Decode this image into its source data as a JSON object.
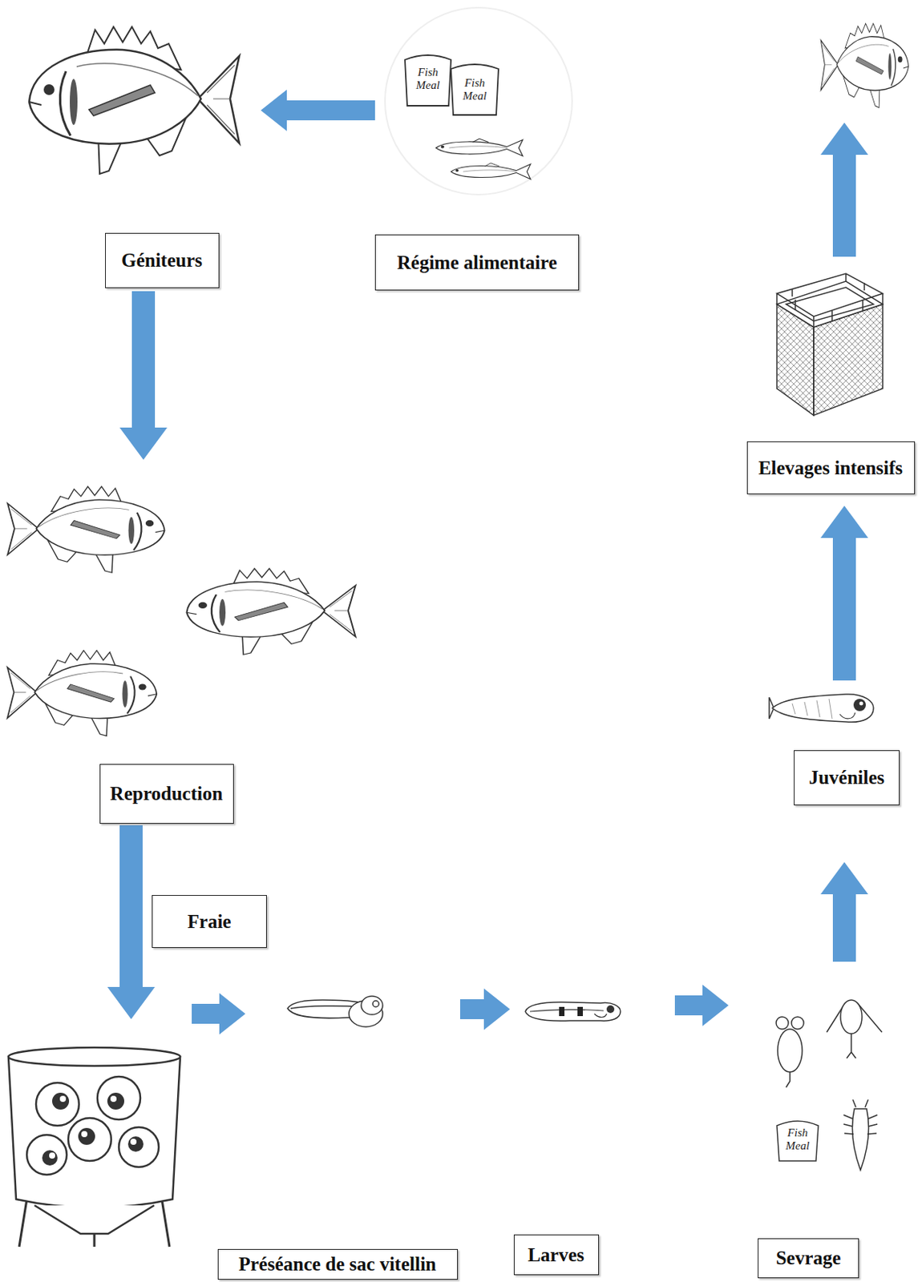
{
  "diagram": {
    "nodes": [
      {
        "text": [
          "Géniteurs"
        ]
      },
      {
        "text": [
          "Régime alimentaire"
        ]
      },
      {
        "text": [
          "Reproduction"
        ]
      },
      {
        "text": [
          "Fraie"
        ]
      },
      {
        "text": [
          "Préséance de sac vitellin"
        ]
      },
      {
        "text": [
          "Larves"
        ]
      },
      {
        "text": [
          "Sevrage"
        ]
      },
      {
        "text": [
          "Juvéniles"
        ]
      },
      {
        "text": [
          "Elevages intensifs"
        ]
      }
    ],
    "edges": [
      {
        "from": 1,
        "to": 0,
        "arrow": "to"
      },
      {
        "from": 0,
        "to": 2,
        "arrow": "to"
      },
      {
        "from": 2,
        "to": 4,
        "arrow": "to"
      },
      {
        "from": 4,
        "to": 5,
        "arrow": "to"
      },
      {
        "from": 5,
        "to": 6,
        "arrow": "to"
      },
      {
        "from": 6,
        "to": 7,
        "arrow": "to"
      },
      {
        "from": 7,
        "to": 8,
        "arrow": "to"
      }
    ],
    "labels": [
      "Fish Meal",
      "Fish Meal",
      "Fish Meal"
    ]
  }
}
